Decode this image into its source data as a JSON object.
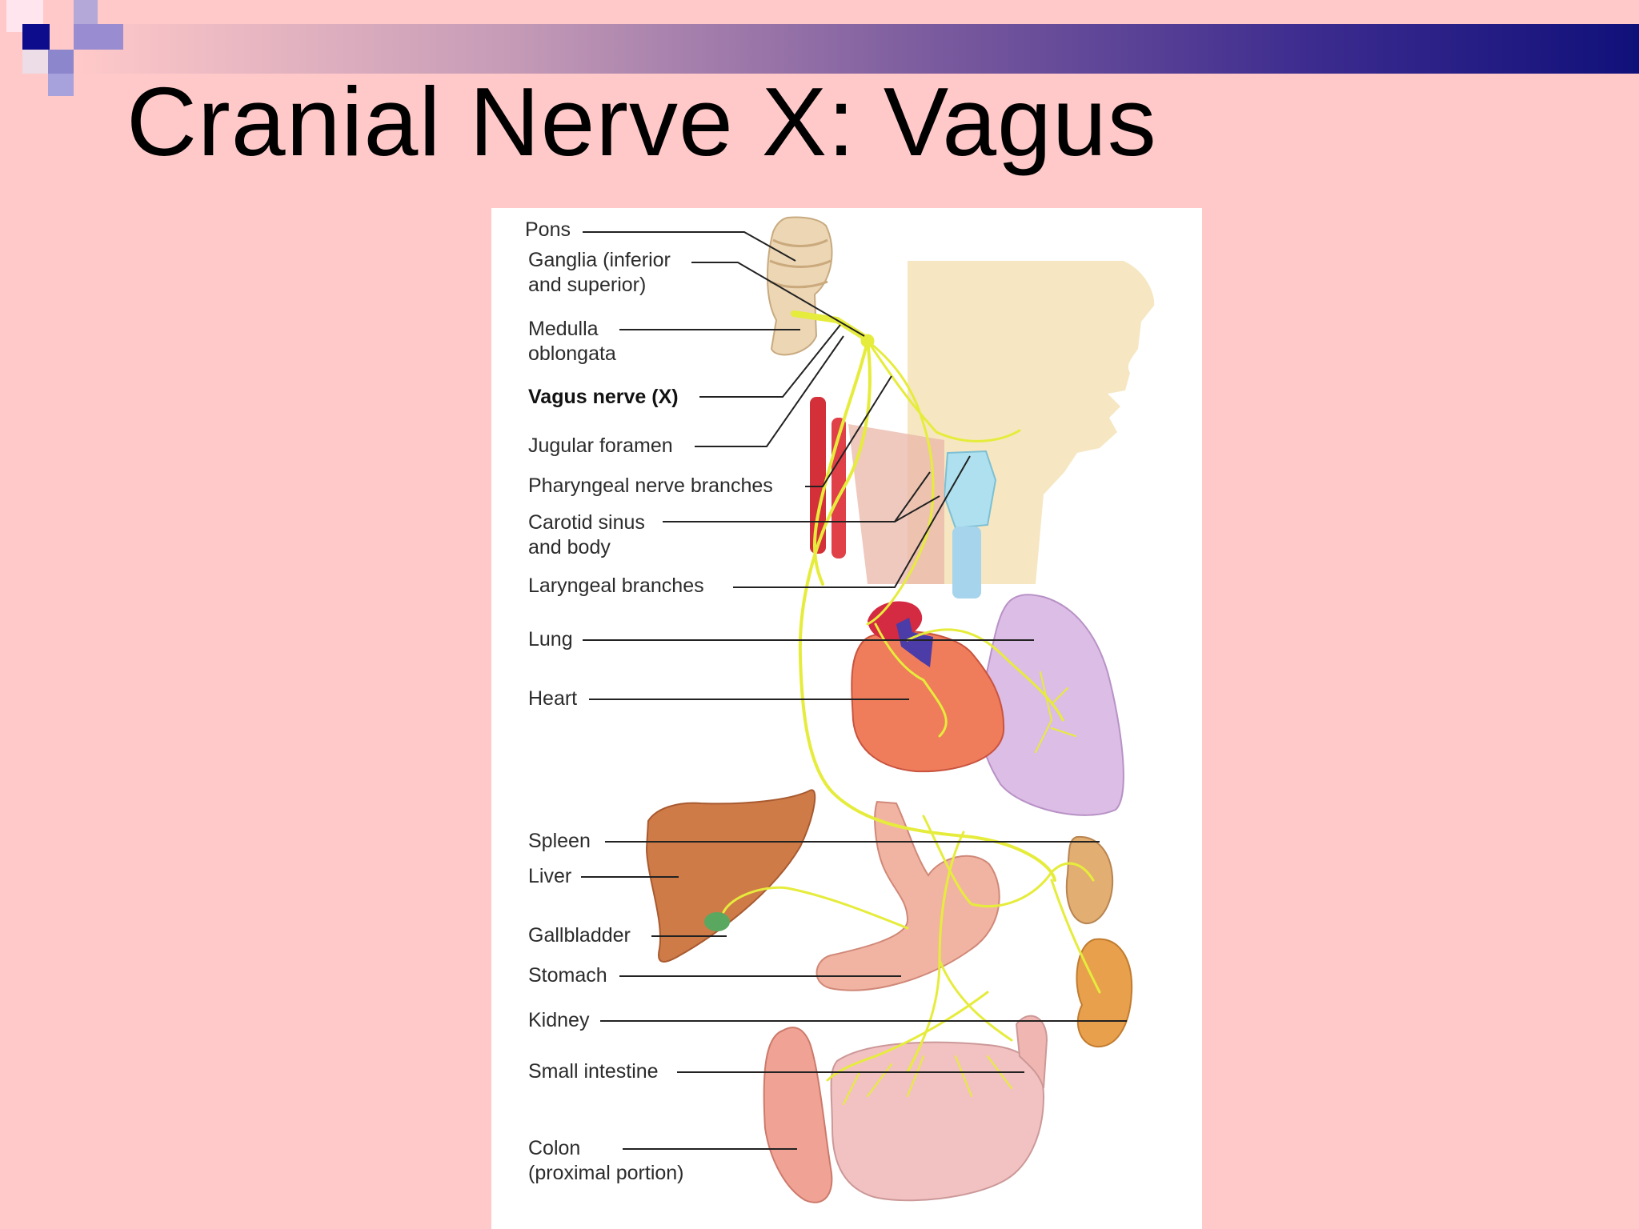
{
  "slide": {
    "title": "Cranial Nerve X: Vagus"
  },
  "diagram": {
    "labels": {
      "pons": "Pons",
      "ganglia_l1": "Ganglia (inferior",
      "ganglia_l2": "and superior)",
      "medulla_l1": "Medulla",
      "medulla_l2": "oblongata",
      "vagus": "Vagus nerve (X)",
      "jugular": "Jugular foramen",
      "pharyngeal": "Pharyngeal nerve branches",
      "carotid_l1": "Carotid sinus",
      "carotid_l2": "and body",
      "laryngeal": "Laryngeal branches",
      "lung": "Lung",
      "heart": "Heart",
      "spleen": "Spleen",
      "liver": "Liver",
      "gallbladder": "Gallbladder",
      "stomach": "Stomach",
      "kidney": "Kidney",
      "small_intestine": "Small intestine",
      "colon_l1": "Colon",
      "colon_l2": "(proximal portion)"
    }
  },
  "colors": {
    "background": "#ffc9c9",
    "nerve": "#e6ec3c",
    "banner_dark": "#10107a"
  }
}
